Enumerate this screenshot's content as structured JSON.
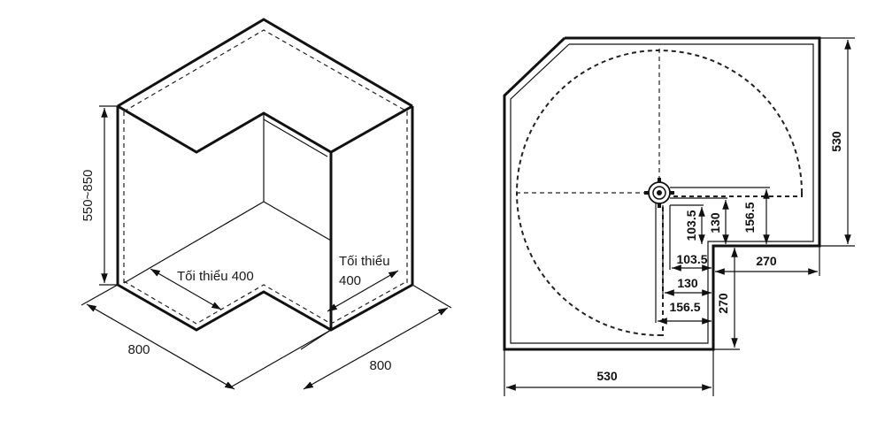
{
  "iso": {
    "height_label": "550~850",
    "min_left_label": "Tối thiểu 400",
    "min_right_label_line1": "Tối thiểu",
    "min_right_label_line2": "400",
    "width_left_label": "800",
    "width_right_label": "800"
  },
  "plan": {
    "right_height_label": "530",
    "bottom_width_label": "530",
    "notch_width_label": "270",
    "notch_height_label": "270",
    "dim_103_5_h": "103.5",
    "dim_130_h": "130",
    "dim_156_5_h": "156.5",
    "dim_103_5_v": "103.5",
    "dim_130_v": "130",
    "dim_156_5_v": "156.5"
  }
}
